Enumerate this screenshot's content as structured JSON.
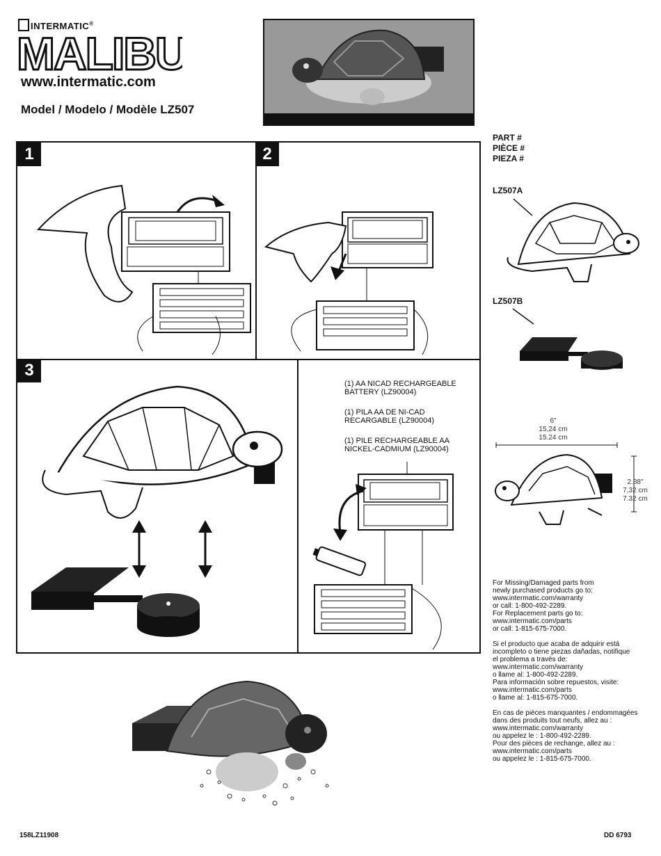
{
  "header": {
    "brand_top": "INTERMATIC",
    "brand_reg": "®",
    "logo_text": "MALIBU",
    "url": "www.intermatic.com",
    "model": "Model / Modelo / Modèle LZ507"
  },
  "parts": {
    "header_lines": [
      "PART #",
      "PIÈCE #",
      "PIEZA #"
    ],
    "part_a": "LZ507A",
    "part_b": "LZ507B",
    "width_dims": [
      "6\"",
      "15,24 cm",
      "15.24 cm"
    ],
    "height_dims": [
      "2.88\"",
      "7,32 cm",
      "7.32 cm"
    ]
  },
  "steps": {
    "step1": "1",
    "step2": "2",
    "step3": "3",
    "battery_lines": [
      "(1) AA NICAD RECHARGEABLE",
      "BATTERY (LZ90004)",
      "(1) PILA AA DE NI-CAD",
      "RECARGABLE (LZ90004)",
      "(1) PILE RECHARGEABLE AA",
      "NICKEL-CADMIUM (LZ90004)"
    ]
  },
  "contact": {
    "en": [
      "For Missing/Damaged parts from",
      "newly purchased products go to:",
      "www.intermatic.com/warranty",
      "or call: 1-800-492-2289.",
      "For Replacement parts go to:",
      "www.intermatic.com/parts",
      "or call: 1-815-675-7000."
    ],
    "es": [
      "Si el producto que acaba de adquirir está",
      "incompleto  o  tiene piezas dañadas, notifique",
      "el problema a través de:",
      "www.intermatic.com/warranty",
      "o llame al: 1-800-492-2289.",
      "Para información sobre repuestos, visite:",
      "www.intermatic.com/parts",
      "o llame al: 1-815-675-7000."
    ],
    "fr": [
      "En cas de pièces manquantes  /  endommagées",
      "dans des produits tout neufs, allez au  :",
      "www.intermatic.com/warranty",
      "ou appelez le   :  1-800-492-2289.",
      "Pour des pièces de rechange, allez au  :",
      "www.intermatic.com/parts",
      "ou appelez le  :  1-815-675-7000."
    ]
  },
  "footer": {
    "left": "158LZ11908",
    "right": "DD 6793"
  }
}
